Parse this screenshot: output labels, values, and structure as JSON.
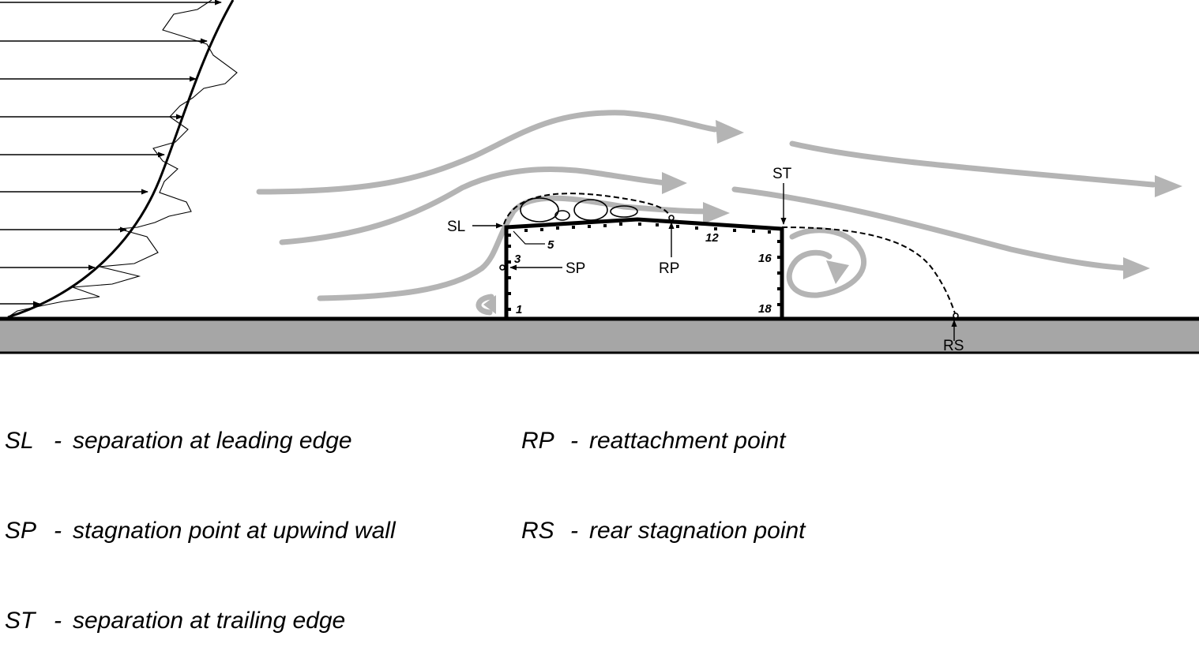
{
  "labels": {
    "sl": "SL",
    "sp": "SP",
    "st": "ST",
    "rp": "RP",
    "rs": "RS"
  },
  "point_numbers": [
    "1",
    "3",
    "5",
    "12",
    "16",
    "18"
  ],
  "legend": [
    {
      "abbr": "SL",
      "desc": "separation at leading edge"
    },
    {
      "abbr": "SP",
      "desc": "stagnation point at upwind wall"
    },
    {
      "abbr": "ST",
      "desc": "separation at trailing edge"
    },
    {
      "abbr": "RP",
      "desc": "reattachment point"
    },
    {
      "abbr": "RS",
      "desc": "rear stagnation point"
    }
  ],
  "legend_separator": "-",
  "colors": {
    "ground": "#a6a6a6",
    "flow_arrows": "#b4b4b4",
    "outline": "#000000"
  }
}
